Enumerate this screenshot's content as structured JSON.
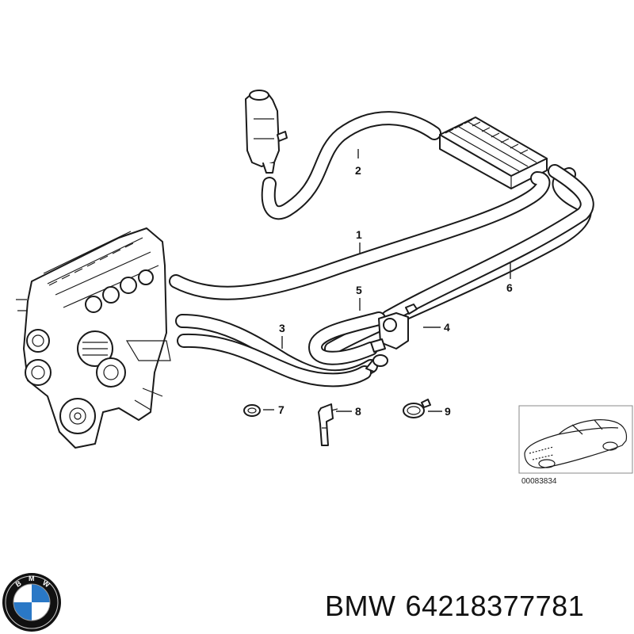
{
  "callouts": [
    "1",
    "2",
    "3",
    "4",
    "5",
    "6",
    "7",
    "8",
    "9"
  ],
  "diagram_code": "00083834",
  "brand": "BMW",
  "part_number": "64218377781",
  "logo_letters": "BMW",
  "colors": {
    "line": "#1a1a1a",
    "logo_blue": "#2a78c6",
    "logo_ring": "#111111"
  }
}
